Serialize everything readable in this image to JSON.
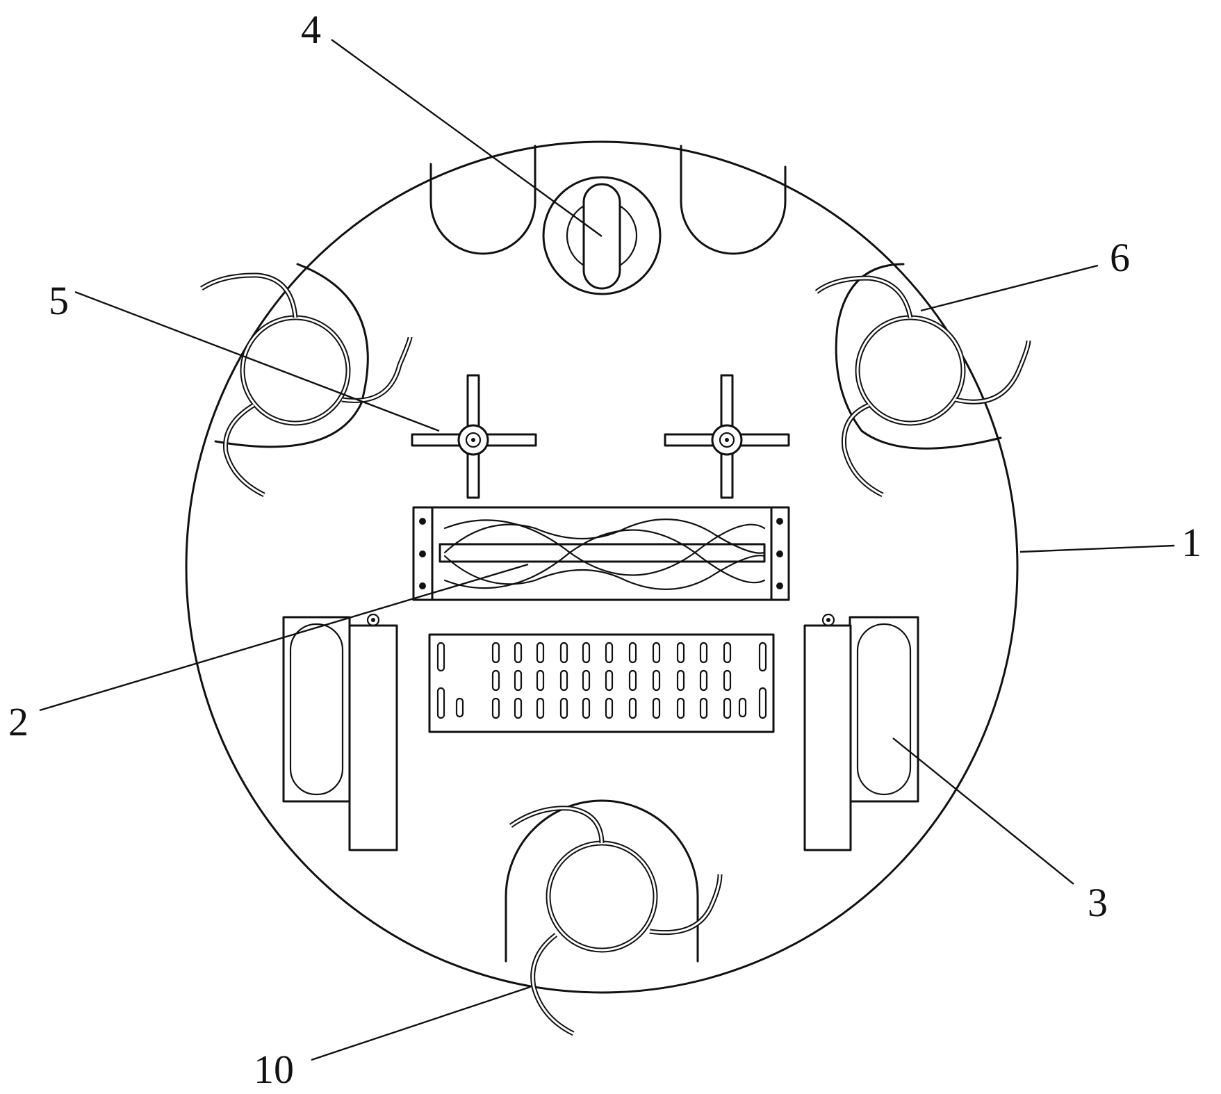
{
  "callouts": {
    "c1": "1",
    "c2": "2",
    "c3": "3",
    "c4": "4",
    "c5": "5",
    "c6": "6",
    "c10": "10"
  },
  "colors": {
    "line": "#111111",
    "background": "#ffffff"
  }
}
